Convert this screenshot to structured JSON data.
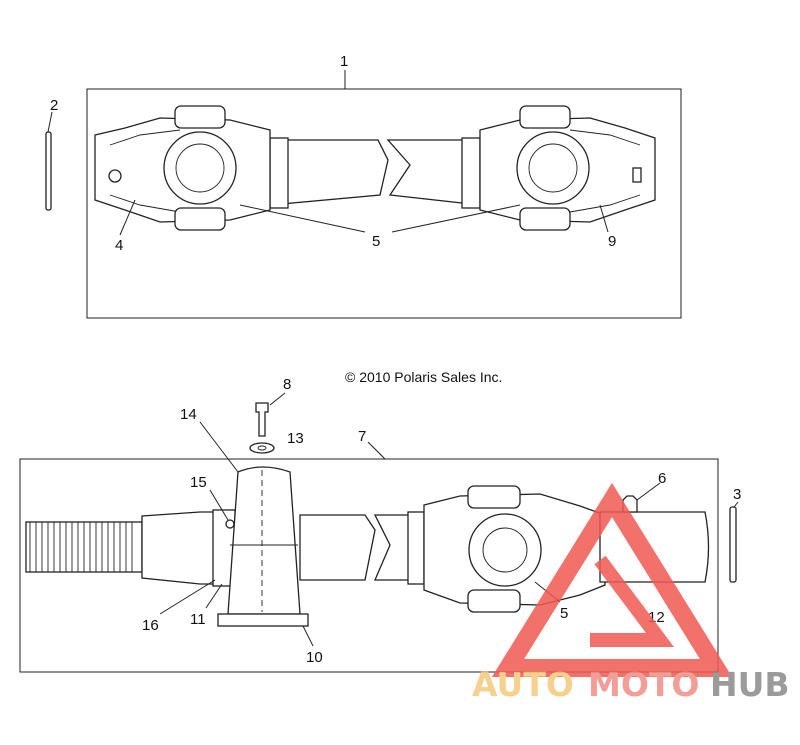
{
  "copyright": "© 2010 Polaris Sales Inc.",
  "callouts": {
    "c1": "1",
    "c2": "2",
    "c3": "3",
    "c4": "4",
    "c5a": "5",
    "c5b": "5",
    "c6": "6",
    "c7": "7",
    "c8": "8",
    "c9": "9",
    "c10": "10",
    "c11": "11",
    "c12": "12",
    "c13": "13",
    "c14": "14",
    "c15": "15",
    "c16": "16"
  },
  "watermark": {
    "auto": "AUTO",
    "moto": "MOTO",
    "hub": "HUB",
    "colors": {
      "auto": "#f5c97a",
      "moto": "#f08d84",
      "hub": "#8a8a8a",
      "triangle": "#f05a52"
    }
  }
}
